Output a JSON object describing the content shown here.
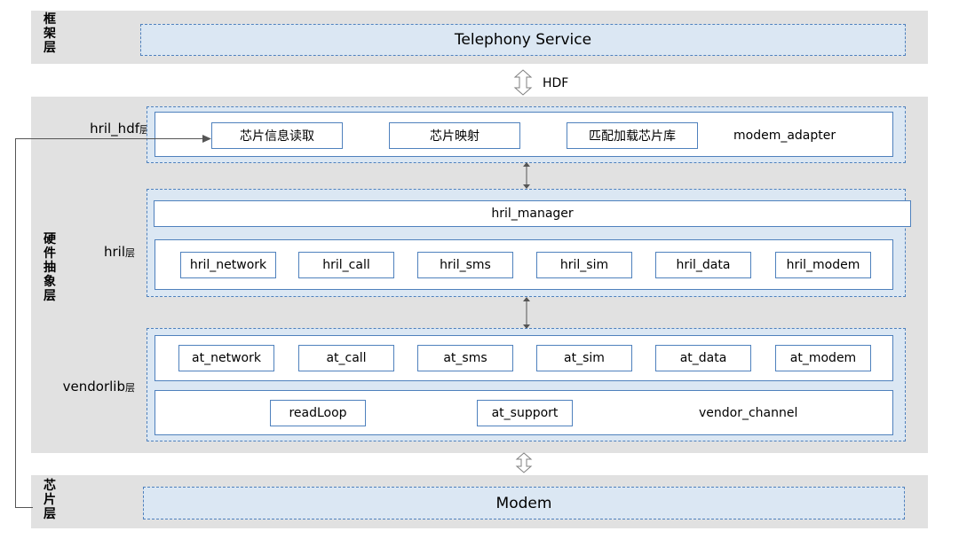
{
  "framework": {
    "side_label": "框架层",
    "telephony_service": "Telephony Service",
    "hdf_label": "HDF"
  },
  "hal": {
    "side_label": "硬件抽象层",
    "hril_hdf": {
      "label": "hril_hdf",
      "suffix": "层",
      "modules": [
        "芯片信息读取",
        "芯片映射",
        "匹配加载芯片库"
      ],
      "adapter": "modem_adapter"
    },
    "hril": {
      "label": "hril",
      "suffix": "层",
      "manager": "hril_manager",
      "modules": [
        "hril_network",
        "hril_call",
        "hril_sms",
        "hril_sim",
        "hril_data",
        "hril_modem"
      ]
    },
    "vendorlib": {
      "label": "vendorlib",
      "suffix": "层",
      "modules": [
        "at_network",
        "at_call",
        "at_sms",
        "at_sim",
        "at_data",
        "at_modem"
      ],
      "support": [
        "readLoop",
        "at_support"
      ],
      "channel": "vendor_channel"
    }
  },
  "chip": {
    "side_label": "芯片层",
    "modem": "Modem"
  },
  "colors": {
    "band": "#e1e1e1",
    "box_fill": "#dbe7f3",
    "box_border": "#4f81bd"
  }
}
